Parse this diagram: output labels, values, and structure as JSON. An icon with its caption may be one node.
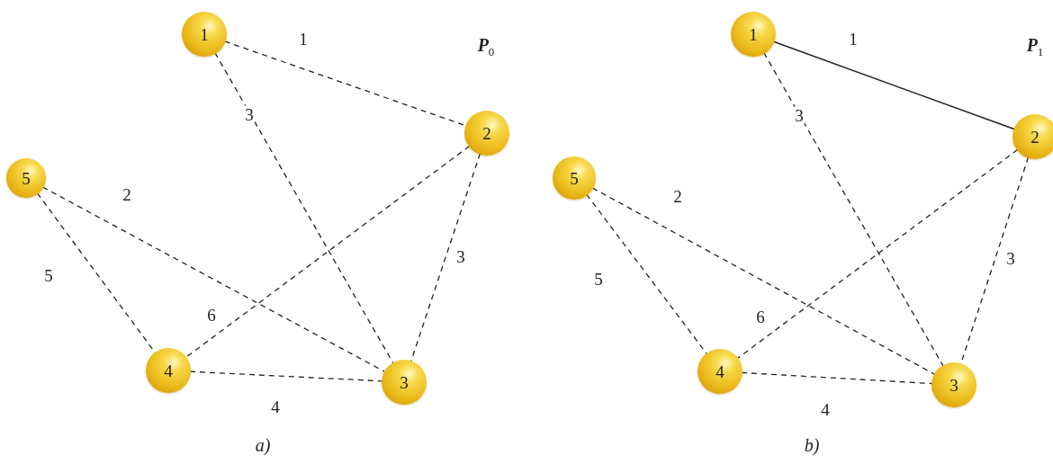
{
  "diagram": {
    "nodes": [
      {
        "text": [
          "1"
        ]
      },
      {
        "text": [
          "2"
        ]
      },
      {
        "text": [
          "3"
        ]
      },
      {
        "text": [
          "4"
        ]
      },
      {
        "text": [
          "5"
        ]
      },
      {
        "text": [
          "1"
        ]
      },
      {
        "text": [
          "2"
        ]
      },
      {
        "text": [
          "3"
        ]
      },
      {
        "text": [
          "4"
        ]
      },
      {
        "text": [
          "5"
        ]
      }
    ],
    "edges": [
      {
        "from": 0,
        "to": 1,
        "arrow": "none",
        "label": "1",
        "style": "dashed"
      },
      {
        "from": 0,
        "to": 2,
        "arrow": "none",
        "label": "3",
        "style": "dashed"
      },
      {
        "from": 4,
        "to": 2,
        "arrow": "none",
        "label": "2",
        "style": "dashed"
      },
      {
        "from": 1,
        "to": 3,
        "arrow": "none",
        "label": "6",
        "style": "dashed"
      },
      {
        "from": 1,
        "to": 2,
        "arrow": "none",
        "label": "3",
        "style": "dashed"
      },
      {
        "from": 4,
        "to": 3,
        "arrow": "none",
        "label": "5",
        "style": "dashed"
      },
      {
        "from": 3,
        "to": 2,
        "arrow": "none",
        "label": "4",
        "style": "dashed"
      },
      {
        "from": 5,
        "to": 6,
        "arrow": "none",
        "label": "1"
      },
      {
        "from": 5,
        "to": 7,
        "arrow": "none",
        "label": "3",
        "style": "dashed"
      },
      {
        "from": 9,
        "to": 7,
        "arrow": "none",
        "label": "2",
        "style": "dashed"
      },
      {
        "from": 6,
        "to": 8,
        "arrow": "none",
        "label": "6",
        "style": "dashed"
      },
      {
        "from": 6,
        "to": 7,
        "arrow": "none",
        "label": "3",
        "style": "dashed"
      },
      {
        "from": 9,
        "to": 8,
        "arrow": "none",
        "label": "5",
        "style": "dashed"
      },
      {
        "from": 8,
        "to": 7,
        "arrow": "none",
        "label": "4",
        "style": "dashed"
      }
    ],
    "labels": [
      "**P**$_{0}$",
      "a)",
      "**P**$_{1}$",
      "b)"
    ]
  }
}
